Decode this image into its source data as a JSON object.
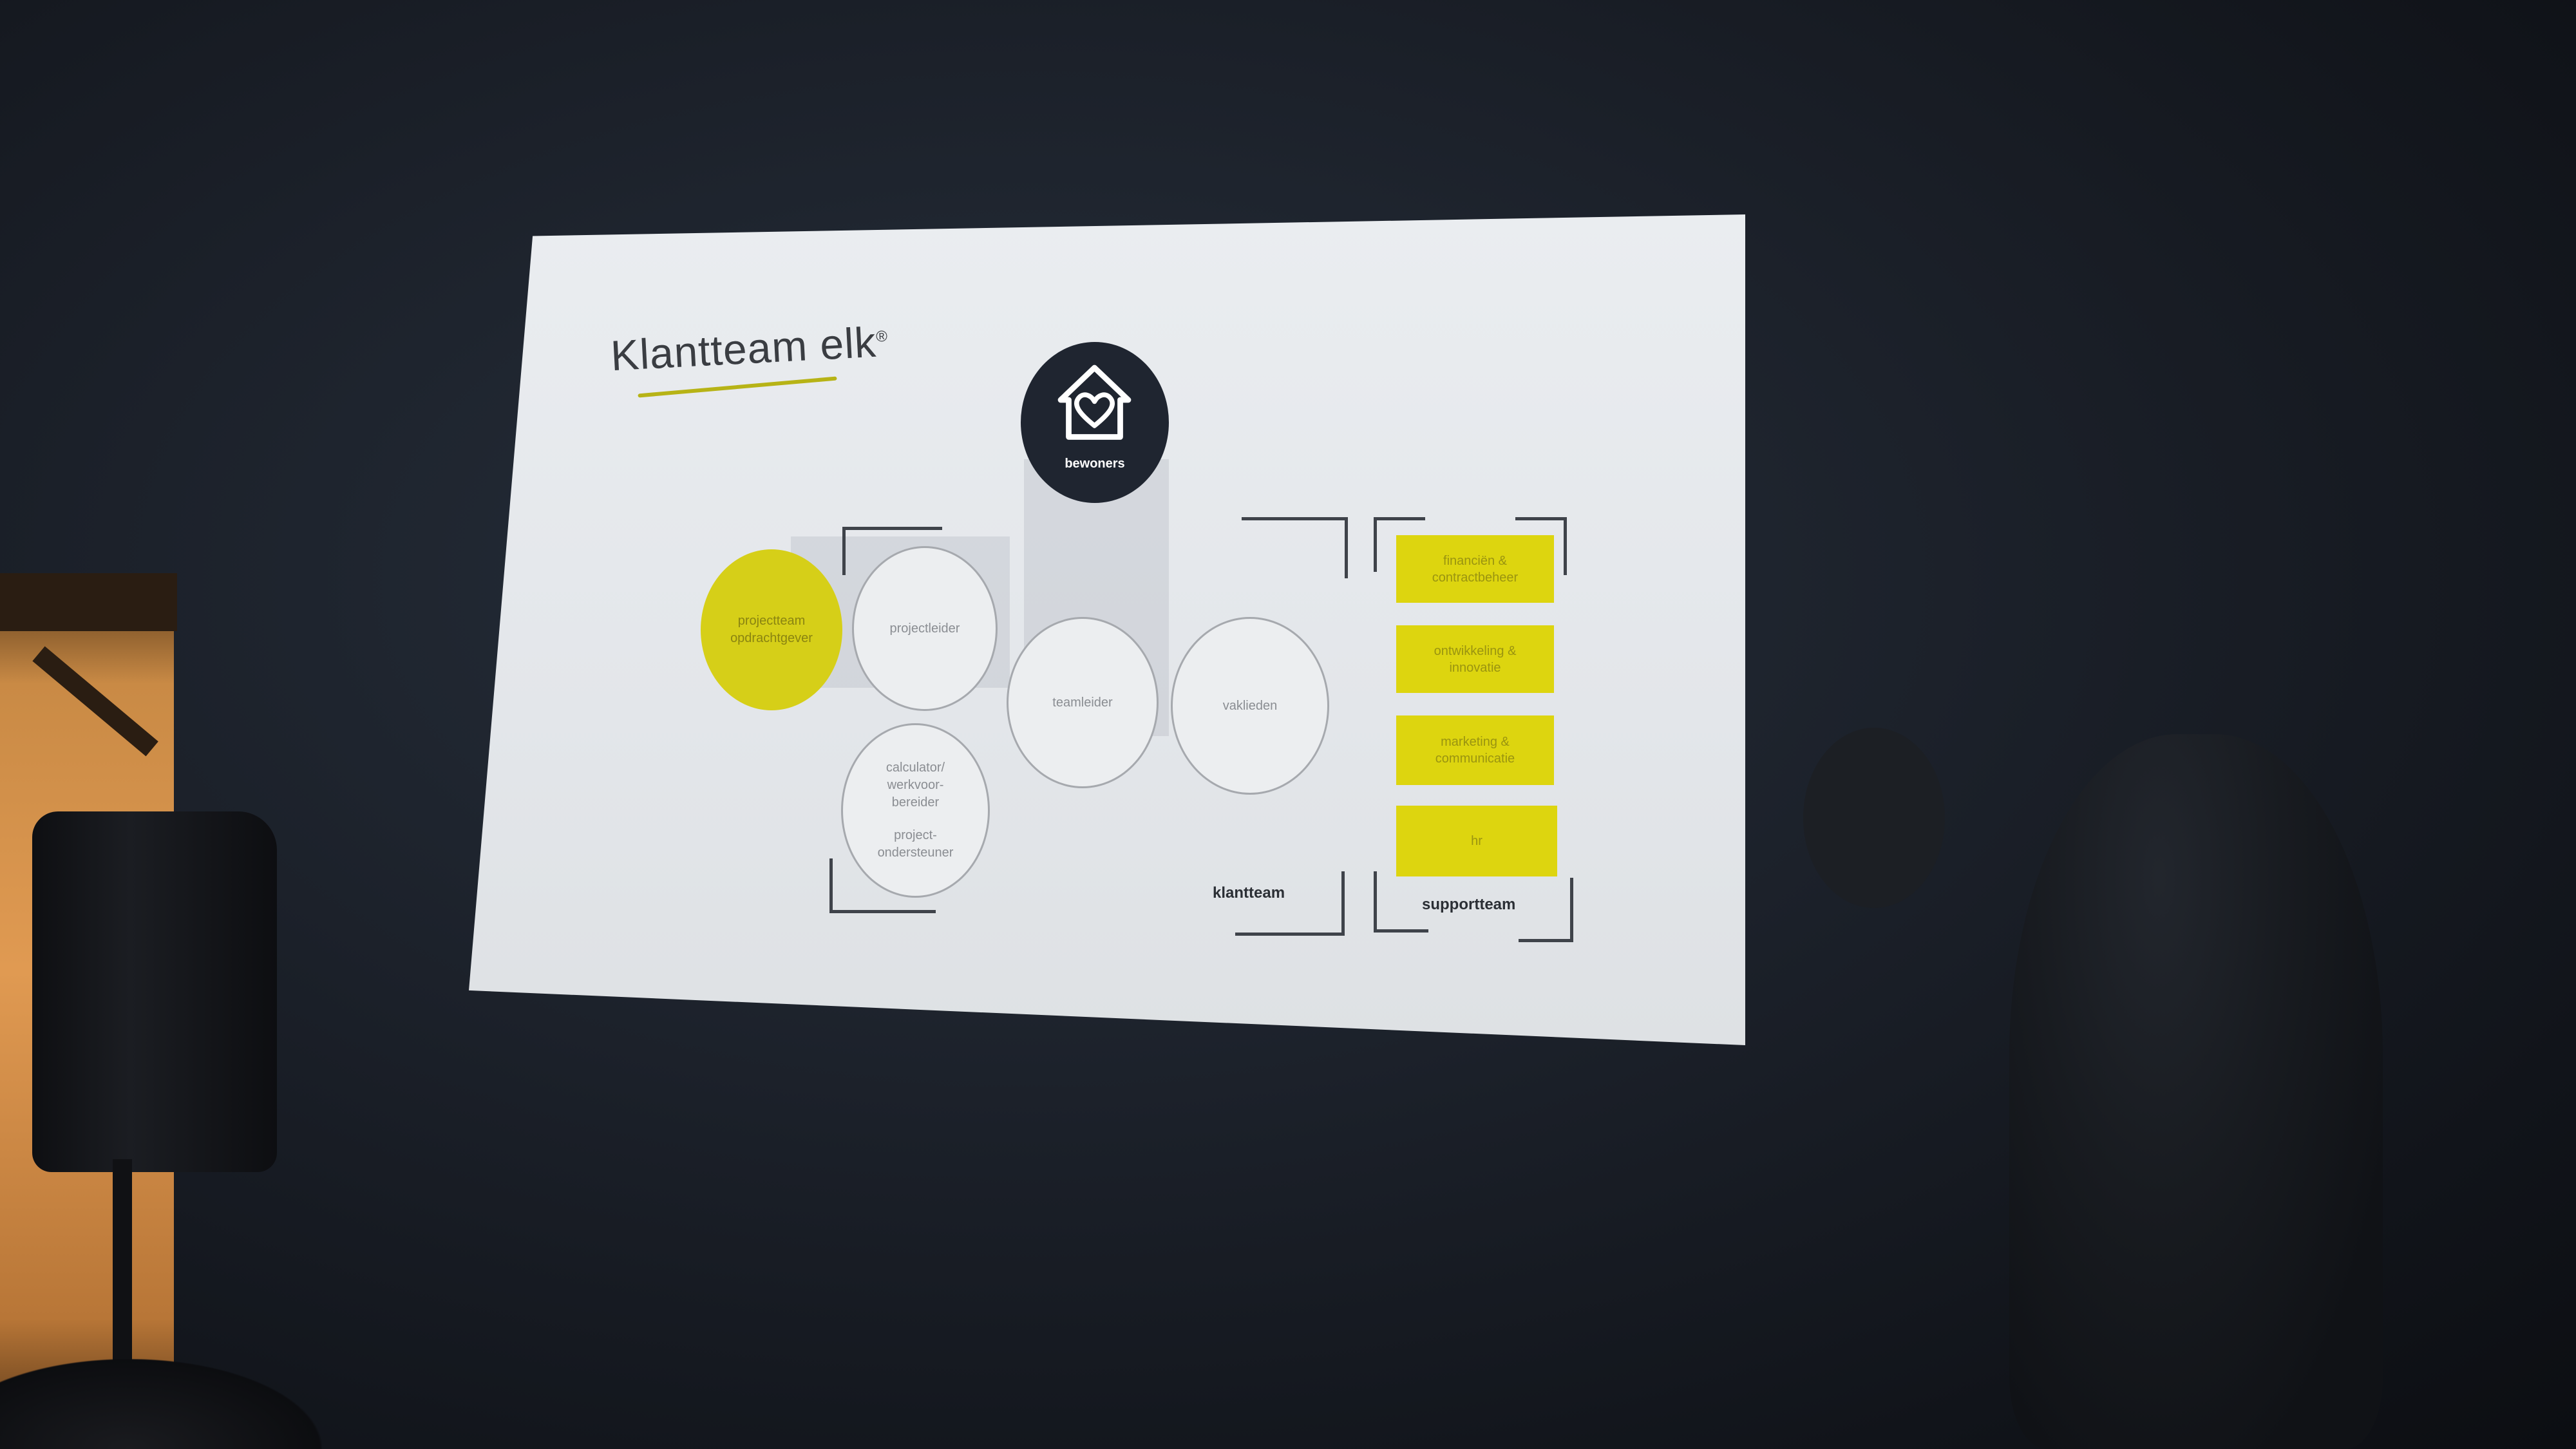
{
  "slide": {
    "title": "Klantteam elk",
    "title_mark": "®",
    "hub_label": "bewoners",
    "circles": {
      "projectteam": "projectteam opdrachtgever",
      "projectleider": "projectleider",
      "teamleider": "teamleider",
      "vaklieden": "vaklieden",
      "calculator": "calculator/ werkvoor- bereider",
      "projectondersteuner": "project- ondersteuner"
    },
    "support_boxes": [
      "financiën & contractbeheer",
      "ontwikkeling & innovatie",
      "marketing & communicatie",
      "hr"
    ],
    "klantteam_label": "klantteam",
    "supportteam_label": "supportteam"
  },
  "colors": {
    "accent_yellow": "#ddd50f",
    "hub_dark": "#1f2530",
    "slide_bg": "#e6e9ec",
    "room_bg": "#1b2029"
  },
  "icons": {
    "hub": "house-heart-icon"
  }
}
